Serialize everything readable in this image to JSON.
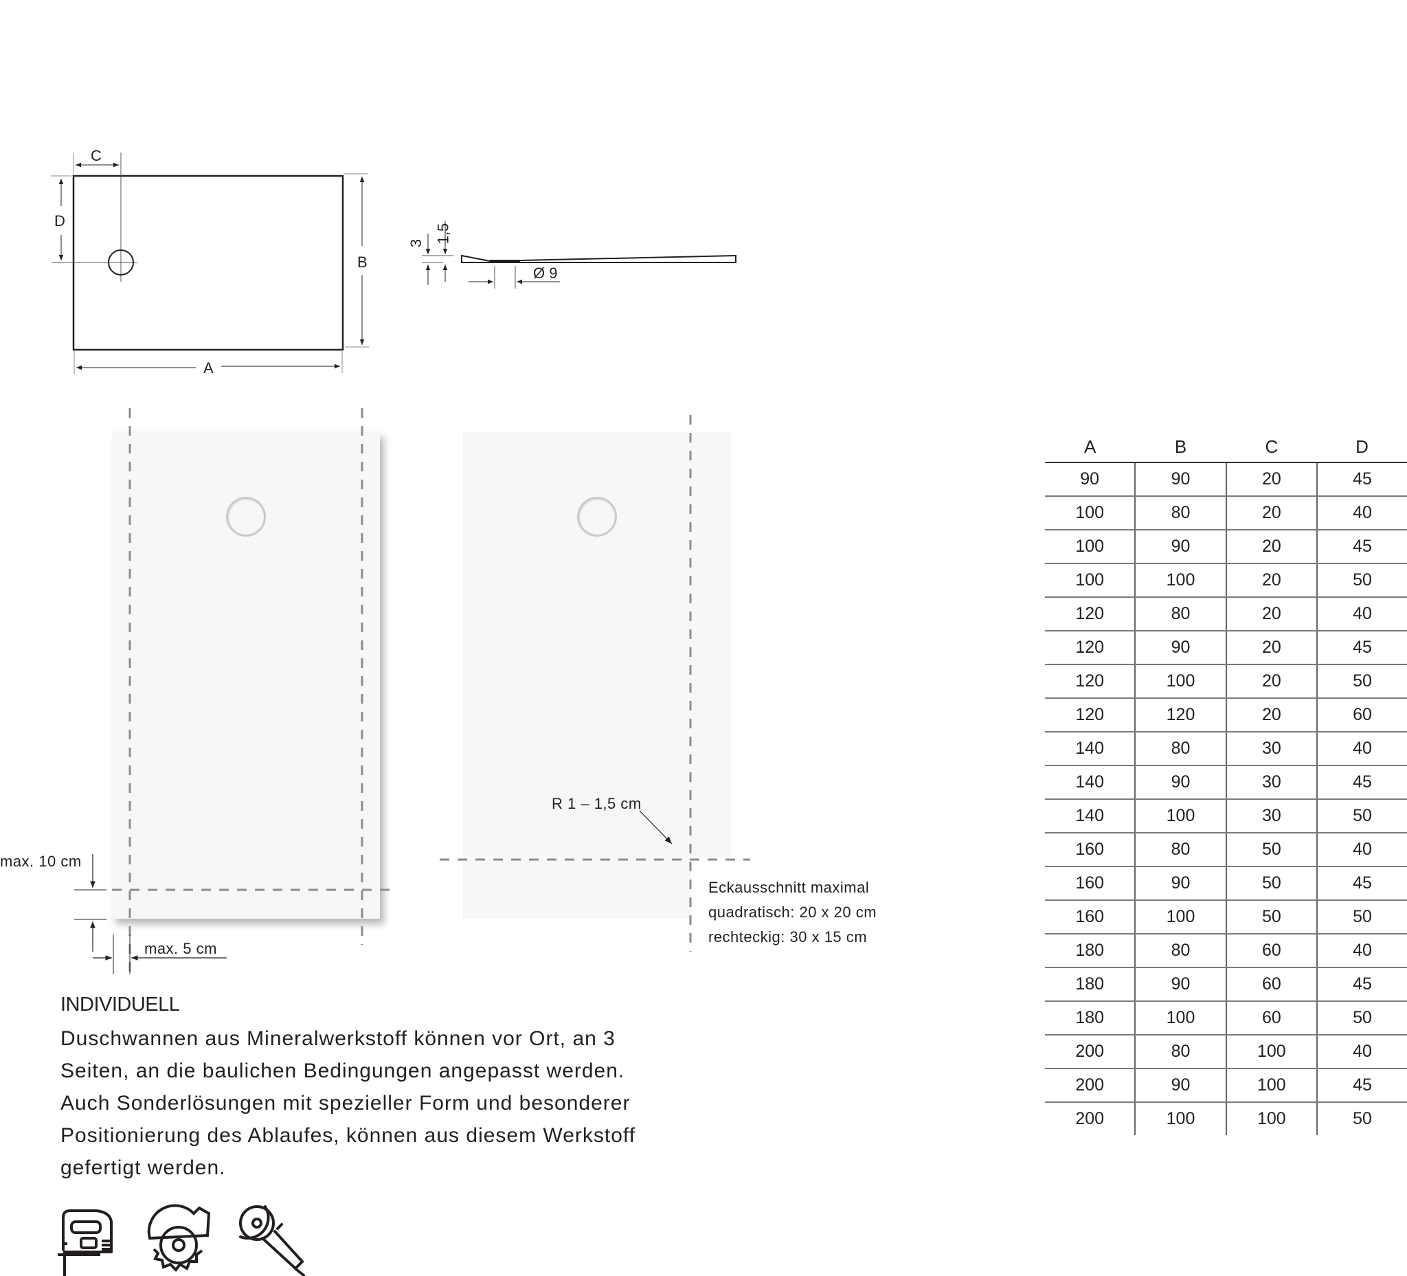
{
  "plan_view": {
    "labels": {
      "a": "A",
      "b": "B",
      "c": "C",
      "d": "D"
    }
  },
  "section_view": {
    "height_outer": "3",
    "height_inner": "1,5",
    "drain_diameter": "Ø 9"
  },
  "cut_diagrams": {
    "max_bottom": "max. 10 cm",
    "max_side": "max. 5 cm",
    "radius": "R 1 – 1,5 cm",
    "corner_note": {
      "line1": "Eckausschnitt maximal",
      "line2": "quadratisch:  20 x 20 cm",
      "line3": "rechteckig:  30 x 15 cm"
    }
  },
  "description": {
    "heading": "INDIVIDUELL",
    "lines": [
      "Duschwannen aus Mineralwerkstoff können vor Ort, an 3",
      "Seiten, an die baulichen Bedingungen angepasst werden.",
      "Auch Sonderlösungen mit spezieller Form und besonderer",
      "Positionierung des Ablaufes, können aus diesem Werkstoff",
      "gefertigt werden."
    ]
  },
  "tools": [
    {
      "icon": "jigsaw-icon"
    },
    {
      "icon": "circular-saw-icon"
    },
    {
      "icon": "angle-grinder-icon"
    }
  ],
  "dimension_table": {
    "headers": [
      "A",
      "B",
      "C",
      "D"
    ],
    "rows": [
      [
        "90",
        "90",
        "20",
        "45"
      ],
      [
        "100",
        "80",
        "20",
        "40"
      ],
      [
        "100",
        "90",
        "20",
        "45"
      ],
      [
        "100",
        "100",
        "20",
        "50"
      ],
      [
        "120",
        "80",
        "20",
        "40"
      ],
      [
        "120",
        "90",
        "20",
        "45"
      ],
      [
        "120",
        "100",
        "20",
        "50"
      ],
      [
        "120",
        "120",
        "20",
        "60"
      ],
      [
        "140",
        "80",
        "30",
        "40"
      ],
      [
        "140",
        "90",
        "30",
        "45"
      ],
      [
        "140",
        "100",
        "30",
        "50"
      ],
      [
        "160",
        "80",
        "50",
        "40"
      ],
      [
        "160",
        "90",
        "50",
        "45"
      ],
      [
        "160",
        "100",
        "50",
        "50"
      ],
      [
        "180",
        "80",
        "60",
        "40"
      ],
      [
        "180",
        "90",
        "60",
        "45"
      ],
      [
        "180",
        "100",
        "60",
        "50"
      ],
      [
        "200",
        "80",
        "100",
        "40"
      ],
      [
        "200",
        "90",
        "100",
        "45"
      ],
      [
        "200",
        "100",
        "100",
        "50"
      ]
    ]
  }
}
